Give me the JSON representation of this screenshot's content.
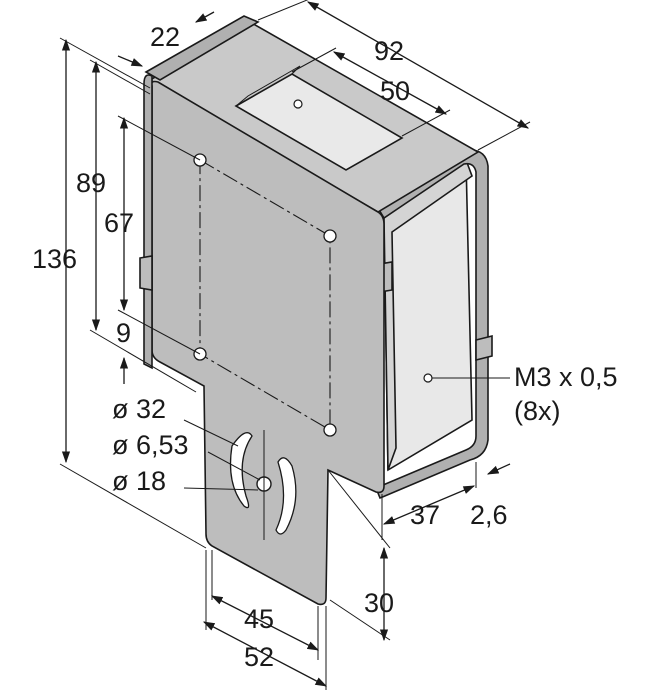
{
  "dimensions": {
    "height_overall": "136",
    "height_mid": "89",
    "height_holes": "67",
    "offset_small": "9",
    "depth_top": "22",
    "width_overall": "92",
    "window_width": "50",
    "dia_large": "ø 32",
    "dia_small": "ø 6,53",
    "dia_mid": "ø 18",
    "thread": "M3 x 0,5",
    "thread_count": "(8x)",
    "side_depth": "37",
    "thickness": "2,6",
    "foot_width_inner": "45",
    "foot_width_outer": "52",
    "foot_height": "30"
  },
  "colors": {
    "front_face": "#bdbdbd",
    "top_face": "#c9c9c9",
    "inner_side": "#d4d4d4",
    "inner_back": "#e8e8e8",
    "flange": "#b0b0b0"
  }
}
